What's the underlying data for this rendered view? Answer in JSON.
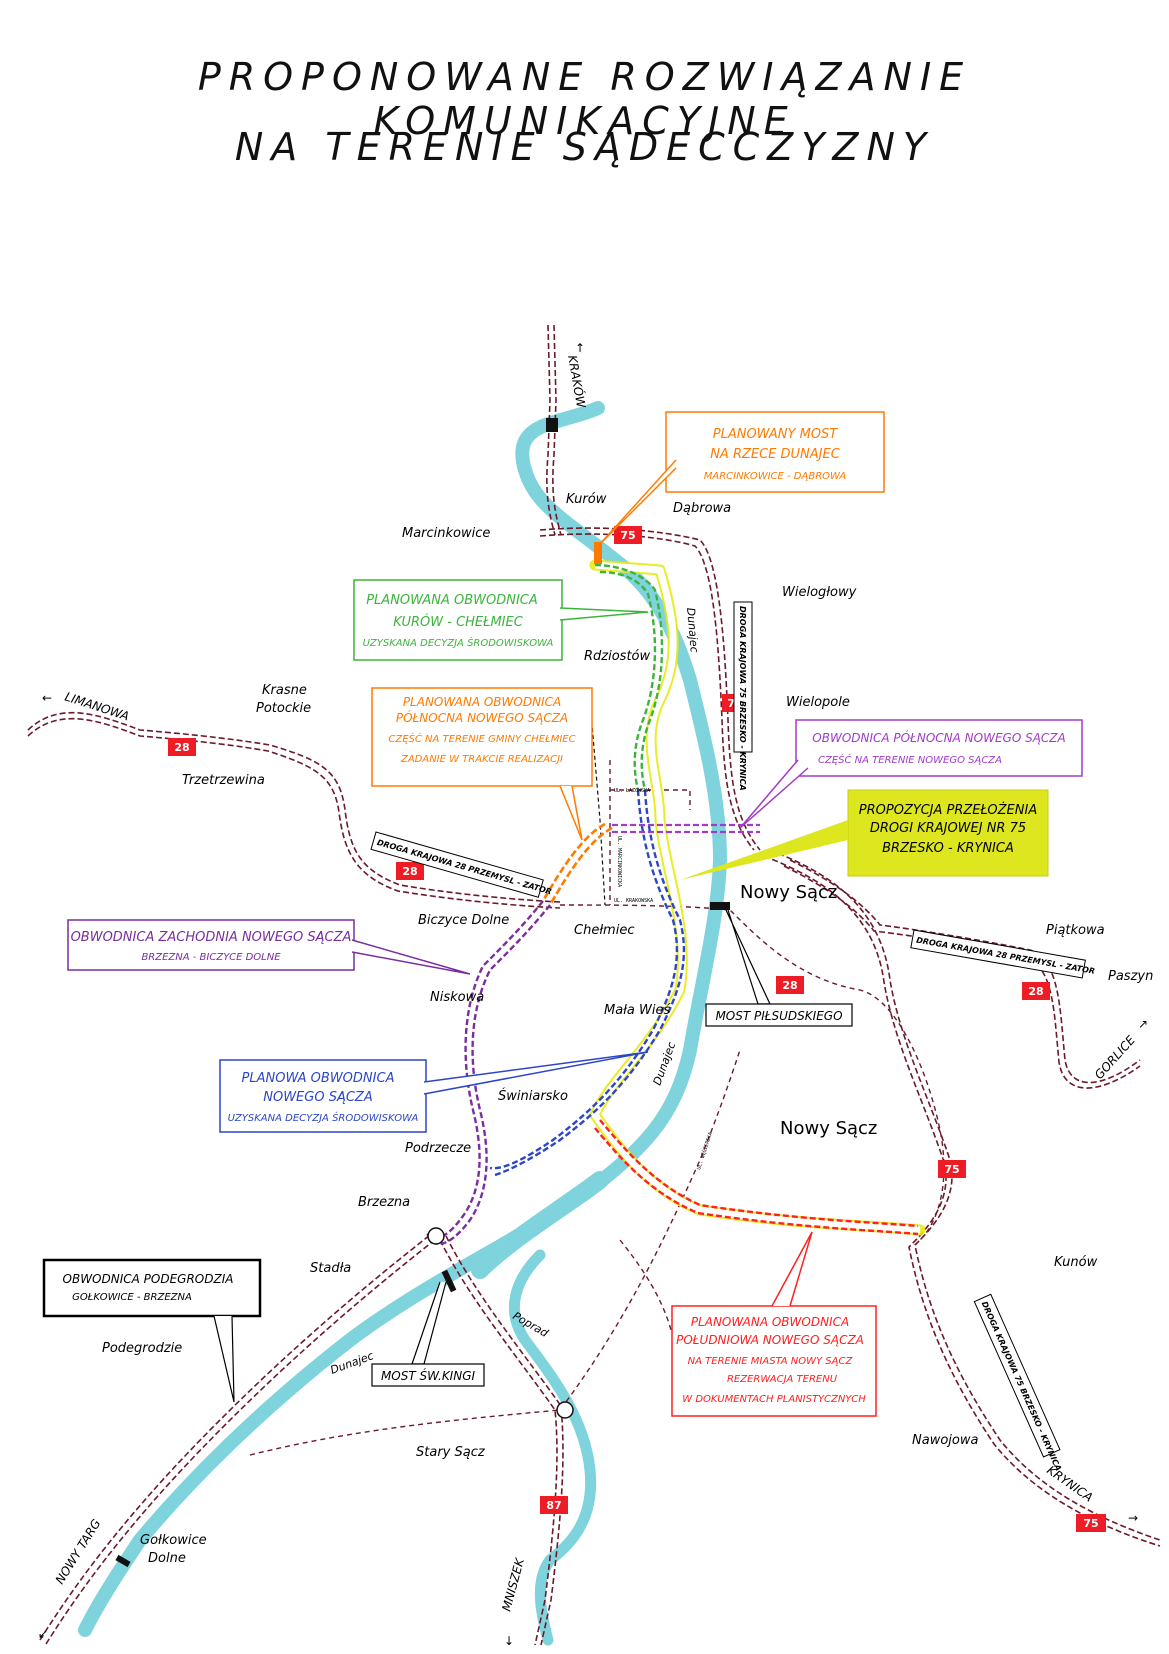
{
  "title": {
    "line1": "PROPONOWANE ROZWIĄZANIE KOMUNIKACYJNE",
    "line2": "NA TERENIE SĄDECCZYZNY"
  },
  "colors": {
    "river": "#7fd3dc",
    "road": "#6b1a2a",
    "north_bypass_gmina": "#ff7a00",
    "kurow_bypass": "#3cb43c",
    "yellow_proposal": "#f2f20f",
    "blue_bypass": "#2c46c8",
    "west_bypass": "#7a2da0",
    "south_bypass": "#ff2020",
    "badge": "#ee1c25"
  },
  "directions": {
    "krakow": "KRAKÓW",
    "limanowa": "LIMANOWA",
    "gorlice": "GORLICE",
    "krynica": "KRYNICA",
    "nowy_targ": "NOWY TARG",
    "mniszek": "MNISZEK"
  },
  "places": {
    "kurow": "Kurów",
    "dabrowa": "Dąbrowa",
    "marcinkowice": "Marcinkowice",
    "wielogtowy": "Wielogłowy",
    "rdziostow": "Rdziostów",
    "wielopole": "Wielopole",
    "krasne_1": "Krasne",
    "krasne_2": "Potockie",
    "trzetrzewina": "Trzetrzewina",
    "nowy_sacz_n": "Nowy Sącz",
    "nowy_sacz_s": "Nowy Sącz",
    "piatkowa": "Piątkowa",
    "paszyn": "Paszyn",
    "biczyce": "Biczyce Dolne",
    "chelmiec": "Chełmiec",
    "niskowa": "Niskowa",
    "mala_wies": "Mała Wieś",
    "swiniarsko": "Świniarsko",
    "podrzecze": "Podrzecze",
    "brzezna": "Brzezna",
    "stadla": "Stadła",
    "podegrodzie": "Podegrodzie",
    "kunow": "Kunów",
    "stary_sacz": "Stary Sącz",
    "nawojowa": "Nawojowa",
    "golkowice_1": "Gołkowice",
    "golkowice_2": "Dolne"
  },
  "rivers": {
    "dunajec_1": "Dunajec",
    "dunajec_2": "Dunajec",
    "dunajec_3": "Dunajec",
    "poprad": "Poprad"
  },
  "streets": {
    "s1": "UL. ŁAZOWSKA",
    "s2": "UL. MARCINKOWICKA",
    "s3": "UL. KRAKOWSKA",
    "s4": "UL. WĘGIERSKA"
  },
  "badges": {
    "b75_top": "75",
    "b75_mid": "75",
    "b28_w": "28",
    "b28_center": "28",
    "b28_city": "28",
    "b28_e": "28",
    "b75_se": "75",
    "b75_kry": "75",
    "b87": "87"
  },
  "road_signs": {
    "dk75_vertical": "DROGA KRAJOWA 75  BRZESKO - KRYNICA",
    "dk28_west": "DROGA KRAJOWA 28  PRZEMYSL - ZATOR",
    "dk28_east": "DROGA KRAJOWA 28  PRZEMYSL - ZATOR",
    "dk75_se": "DROGA KRAJOWA 75  BRZESKO - KRYNICA"
  },
  "callouts": {
    "bridge": {
      "line1": "PLANOWANY MOST",
      "line2": "NA RZECE DUNAJEC",
      "line3": "MARCINKOWICE - DĄBROWA"
    },
    "kurow": {
      "line1": "PLANOWANA OBWODNICA",
      "line2": "KURÓW - CHEŁMIEC",
      "line3": "UZYSKANA DECYZJA ŚRODOWISKOWA"
    },
    "north_gmina": {
      "line1": "PLANOWANA OBWODNICA",
      "line2": "PÓŁNOCNA NOWEGO SĄCZA",
      "line3": "CZĘŚĆ NA TERENIE GMINY CHEŁMIEC",
      "line4": "ZADANIE W TRAKCIE REALIZACJI"
    },
    "north_city": {
      "line1": "OBWODNICA PÓŁNOCNA NOWEGO SĄCZA",
      "line2": "CZĘŚĆ NA TERENIE NOWEGO SĄCZA"
    },
    "proposal": {
      "line1": "PROPOZYCJA PRZEŁOŻENIA",
      "line2": "DROGI KRAJOWEJ NR 75",
      "line3": "BRZESKO - KRYNICA"
    },
    "west": {
      "line1": "OBWODNICA ZACHODNIA NOWEGO SĄCZA",
      "line2": "BRZEZNA - BICZYCE DOLNE"
    },
    "pilsudski": {
      "line1": "MOST PIŁSUDSKIEGO"
    },
    "blue": {
      "line1": "PLANOWA OBWODNICA",
      "line2": "NOWEGO SĄCZA",
      "line3": "UZYSKANA DECYZJA ŚRODOWISKOWA"
    },
    "podegrodzie": {
      "line1": "OBWODNICA PODEGRODZIA",
      "line2": "GOŁKOWICE - BRZEZNA"
    },
    "kinga": {
      "line1": "MOST ŚW.KINGI"
    },
    "south": {
      "line1": "PLANOWANA OBWODNICA",
      "line2": "POŁUDNIOWA NOWEGO SĄCZA",
      "line3": "NA TERENIE MIASTA NOWY SĄCZ",
      "line4": "REZERWACJA TERENU",
      "line5": "W DOKUMENTACH PLANISTYCZNYCH"
    }
  }
}
